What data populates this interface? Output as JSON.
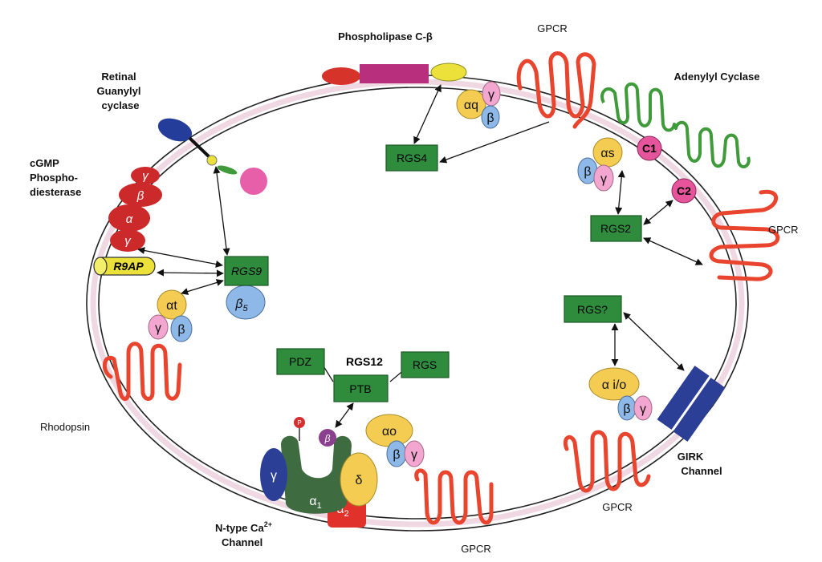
{
  "labels": {
    "plcb": "Phospholipase C-β",
    "gpcr_top": "GPCR",
    "adenylyl": "Adenylyl Cyclase",
    "retinal_1": "Retinal",
    "retinal_2": "Guanylyl",
    "retinal_3": "cyclase",
    "cgmp_1": "cGMP",
    "cgmp_2": "Phospho-",
    "cgmp_3": "diesterase",
    "gpcr_right": "GPCR",
    "rhodopsin": "Rhodopsin",
    "girk_1": "GIRK",
    "girk_2": "Channel",
    "gpcr_br": "GPCR",
    "gpcr_bottom": "GPCR",
    "ntype_1": "N-type Ca",
    "ntype_sup": "2+",
    "ntype_2": "Channel"
  },
  "boxes": {
    "rgs4": "RGS4",
    "rgs2": "RGS2",
    "rgs9": "RGS9",
    "rgsq": "RGS?",
    "pdz": "PDZ",
    "ptb": "PTB",
    "rgs": "RGS",
    "rgs12": "RGS12"
  },
  "subunits": {
    "aq": "αq",
    "g": "γ",
    "b": "β",
    "as": "αs",
    "c1": "C1",
    "c2": "C2",
    "at": "αt",
    "b5": "β",
    "b5sub": "5",
    "ao": "αo",
    "aio": "α i/o",
    "r9ap": "R9AP",
    "pde_a": "α",
    "pde_b": "β",
    "pde_g1": "γ",
    "pde_g2": "γ",
    "ca_g": "γ",
    "ca_a1": "α",
    "ca_a1sub": "1",
    "ca_d": "δ",
    "ca_a2": "α",
    "ca_a2sub": "2",
    "ca_p": "P",
    "ca_b": "β"
  },
  "colors": {
    "membrane": "#f6e8ee",
    "gpcr": "#e8442e",
    "rgs_box": "#2f8c3c",
    "alpha": "#f5cc52",
    "beta": "#8db8e8",
    "gamma": "#f3a6cf",
    "cyclase_pink": "#e6559c",
    "pde_red": "#cc2a2a"
  }
}
